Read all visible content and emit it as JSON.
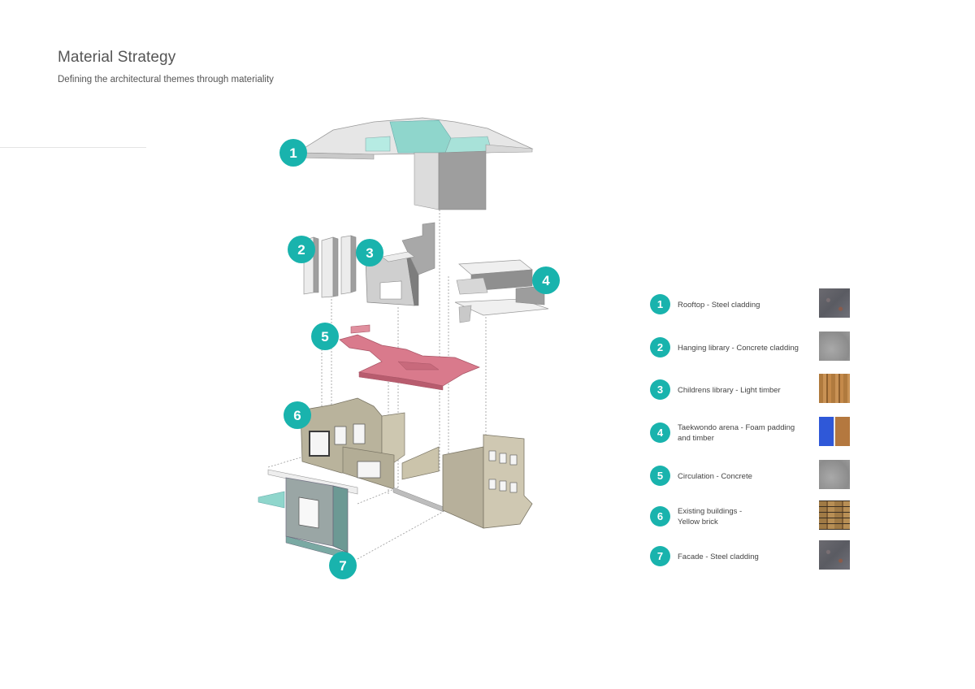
{
  "header": {
    "title": "Material Strategy",
    "subtitle": "Defining the architectural themes through materiality"
  },
  "markers": [
    "1",
    "2",
    "3",
    "4",
    "5",
    "6",
    "7"
  ],
  "legend": [
    {
      "num": "1",
      "text": "Rooftop   -  Steel cladding",
      "swatch": "steel"
    },
    {
      "num": "2",
      "text": "Hanging library  - Concrete cladding",
      "swatch": "concrete"
    },
    {
      "num": "3",
      "text": "Childrens library - Light timber",
      "swatch": "timber"
    },
    {
      "num": "4",
      "text": "Taekwondo arena  - Foam padding\nand timber",
      "swatch": "foam"
    },
    {
      "num": "5",
      "text": "Circulation - Concrete",
      "swatch": "concrete"
    },
    {
      "num": "6",
      "text": "Existing buildings -\nYellow brick",
      "swatch": "brick"
    },
    {
      "num": "7",
      "text": "Facade - Steel cladding",
      "swatch": "steel"
    }
  ],
  "colors": {
    "accent": "#19b3ad",
    "circulation": "#d97a8c",
    "glazing": "#8fd6cc",
    "building": "#b8b29c"
  }
}
